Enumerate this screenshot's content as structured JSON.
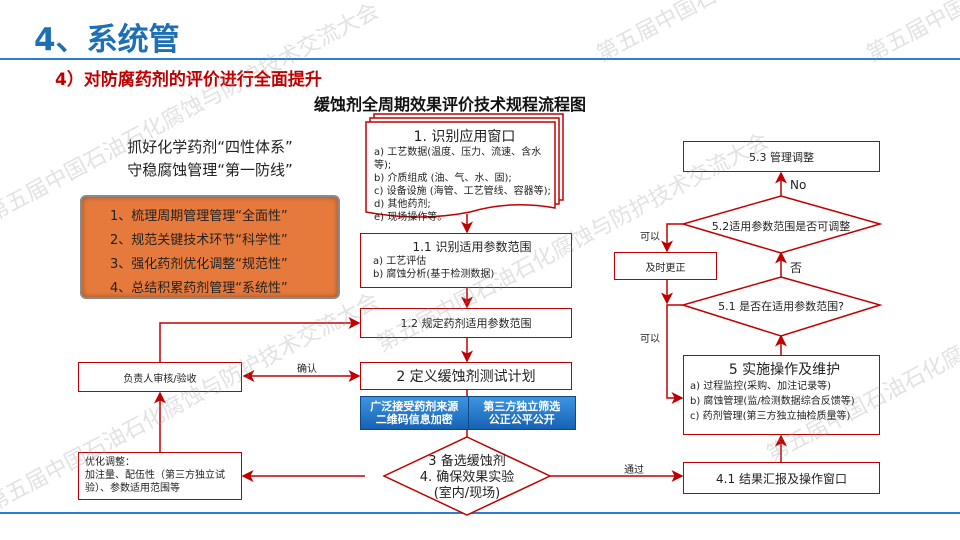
{
  "header": {
    "title": "4、系统管",
    "subtitle": "4）对防腐药剂的评价进行全面提升"
  },
  "chart_title": "缓蚀剂全周期效果评价技术规程流程图",
  "watermark": "第五届中国石油石化腐蚀与防护技术交流大会",
  "slogan": [
    "抓好化学药剂“四性体系”",
    "守稳腐蚀管理“第一防线”"
  ],
  "principles": [
    "1、梳理周期管理管理“全面性”",
    "2、规范关键技术环节“科学性”",
    "3、强化药剂优化调整“规范性”",
    "4、总结积累药剂管理“系统性”"
  ],
  "step1": {
    "title": "1. 识别应用窗口",
    "items": [
      "a) 工艺数据(温度、压力、流速、含水等);",
      "b) 介质组成 (油、气、水、固);",
      "c) 设备设施 (海管、工艺管线、容器等);",
      "d) 其他药剂;",
      "e) 现场操作等。"
    ]
  },
  "step1_1": {
    "title": "1.1 识别适用参数范围",
    "items": [
      "a)  工艺评估",
      "b)  腐蚀分析(基于检测数据)"
    ]
  },
  "step1_2": {
    "title": "1.2 规定药剂适用参数范围"
  },
  "step2": {
    "title": "2 定义缓蚀剂测试计划"
  },
  "blue_band": [
    [
      "广泛接受药剂来源",
      "二维码信息加密"
    ],
    [
      "第三方独立筛选",
      "公正公平公开"
    ]
  ],
  "step3_4": {
    "lines": [
      "3 备选缓蚀剂",
      "4. 确保效果实验",
      "(室内/现场)"
    ]
  },
  "review": {
    "title": "负责人审核/验收"
  },
  "optimize": {
    "lines": [
      "优化调整：",
      "加注量、配伍性（第三方独立试",
      "验）、参数适用范围等"
    ]
  },
  "step4_1": {
    "title": "4.1 结果汇报及操作窗口"
  },
  "step5": {
    "title": "5 实施操作及维护",
    "items": [
      "a) 过程监控(采购、加注记录等)",
      "b) 腐蚀管理(监/检测数据综合反馈等)",
      "c) 药剂管理(第三方独立抽检质量等)"
    ]
  },
  "step5_1": {
    "title": "5.1 是否在适用参数范围?"
  },
  "step5_2": {
    "title": "5.2适用参数范围是否可调整"
  },
  "step5_3": {
    "title": "5.3 管理调整"
  },
  "correct": {
    "title": "及时更正"
  },
  "labels": {
    "confirm": "确认",
    "pass": "通过",
    "no": "No",
    "fou": "否",
    "ok1": "可以",
    "ok2": "可以"
  }
}
